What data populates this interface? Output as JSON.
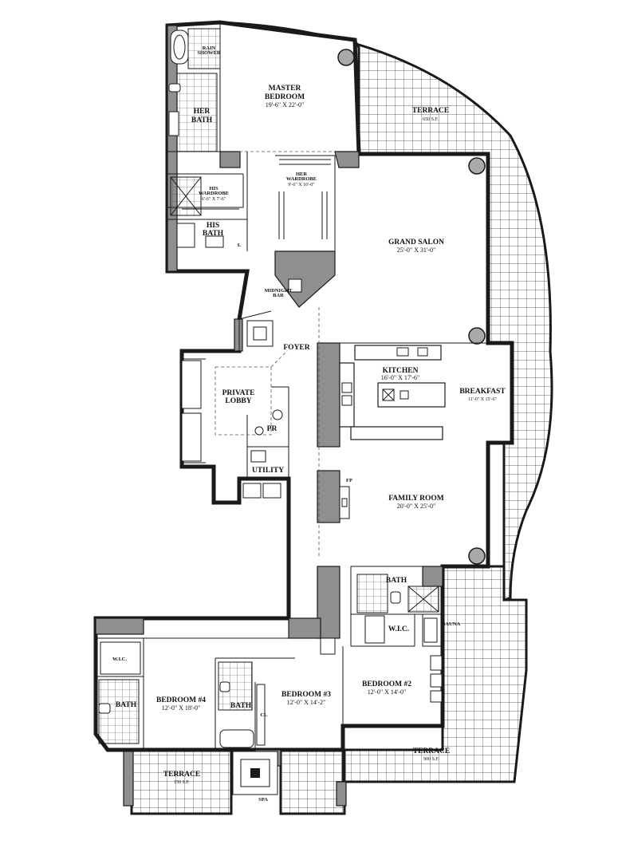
{
  "rooms": {
    "master_bedroom": {
      "name_line1": "MASTER",
      "name_line2": "BEDROOM",
      "dims": "19'-6\" X 22'-0\""
    },
    "terrace_main": {
      "name": "TERRACE",
      "area": "650 S.F."
    },
    "her_bath": {
      "name_line1": "HER",
      "name_line2": "BATH"
    },
    "rain_shower": {
      "name_line1": "RAIN",
      "name_line2": "SHOWER"
    },
    "her_wardrobe": {
      "name_line1": "HER",
      "name_line2": "WARDROBE",
      "dims": "9'-6\" X 16'-0\""
    },
    "his_wardrobe": {
      "name_line1": "HIS",
      "name_line2": "WARDROBE",
      "dims": "6'-6\" X 7'-6\""
    },
    "his_bath": {
      "name_line1": "HIS",
      "name_line2": "BATH"
    },
    "linen": {
      "name": "L"
    },
    "grand_salon": {
      "name": "GRAND SALON",
      "dims": "25'-0\" X 31'-0\""
    },
    "midnight_bar": {
      "name_line1": "MIDNIGHT",
      "name_line2": "BAR"
    },
    "foyer": {
      "name": "FOYER"
    },
    "private_lobby": {
      "name_line1": "PRIVATE",
      "name_line2": "LOBBY"
    },
    "kitchen": {
      "name": "KITCHEN",
      "dims": "16'-0\" X 17'-6\""
    },
    "breakfast": {
      "name": "BREAKFAST",
      "dims": "11'-0\" X 15'-6\""
    },
    "powder_room": {
      "name": "PR"
    },
    "utility": {
      "name": "UTILITY"
    },
    "fireplace": {
      "name": "FP"
    },
    "family_room": {
      "name": "FAMILY ROOM",
      "dims": "20'-0\" X 25'-0\""
    },
    "bath_2": {
      "name": "BATH"
    },
    "sauna": {
      "name": "SAUNA"
    },
    "wic_2": {
      "name": "W.I.C."
    },
    "wic_4": {
      "name": "W.I.C."
    },
    "bedroom_2": {
      "name": "BEDROOM #2",
      "dims": "12'-0\" X 14'-0\""
    },
    "bedroom_3": {
      "name": "BEDROOM #3",
      "dims": "12'-0\" X 14'-2\""
    },
    "bedroom_4": {
      "name": "BEDROOM #4",
      "dims": "12'-0\" X 18'-0\""
    },
    "bath_3": {
      "name": "BATH"
    },
    "bath_4": {
      "name": "BATH"
    },
    "closet_3": {
      "name": "CL"
    },
    "terrace_east": {
      "name": "TERRACE",
      "area": "900 S.F."
    },
    "terrace_west": {
      "name": "TERRACE",
      "area": "150 S.F."
    },
    "spa": {
      "name": "SPA"
    }
  },
  "colors": {
    "wall": "#1a1a1a",
    "slab": "#8f8f8f",
    "background": "#ffffff"
  }
}
